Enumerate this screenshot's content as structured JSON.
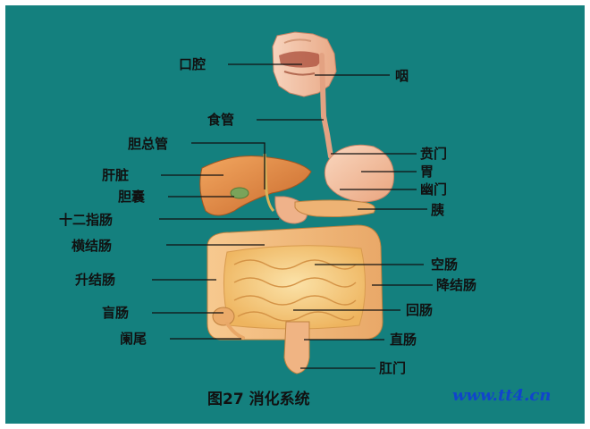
{
  "labels": {
    "mouth": "口腔",
    "pharynx": "咽",
    "esophagus": "食管",
    "common_bile_duct": "胆总管",
    "cardia": "贲门",
    "stomach": "胃",
    "liver": "肝脏",
    "pylorus": "幽门",
    "gallbladder": "胆囊",
    "pancreas": "胰",
    "duodenum": "十二指肠",
    "transverse_colon": "横结肠",
    "jejunum": "空肠",
    "ascending_colon": "升结肠",
    "descending_colon": "降结肠",
    "cecum": "盲肠",
    "ileum": "回肠",
    "appendix": "阑尾",
    "rectum": "直肠",
    "anus": "肛门"
  },
  "caption": "图27  消化系统",
  "watermark": "www.tt4.cn",
  "colors": {
    "slide_background": "#14807e",
    "page_background": "#ffffff",
    "organ_pink": "#f4c2a8",
    "organ_orange": "#e6893e",
    "intestine": "#f5c878",
    "watermark": "#1144cc"
  }
}
